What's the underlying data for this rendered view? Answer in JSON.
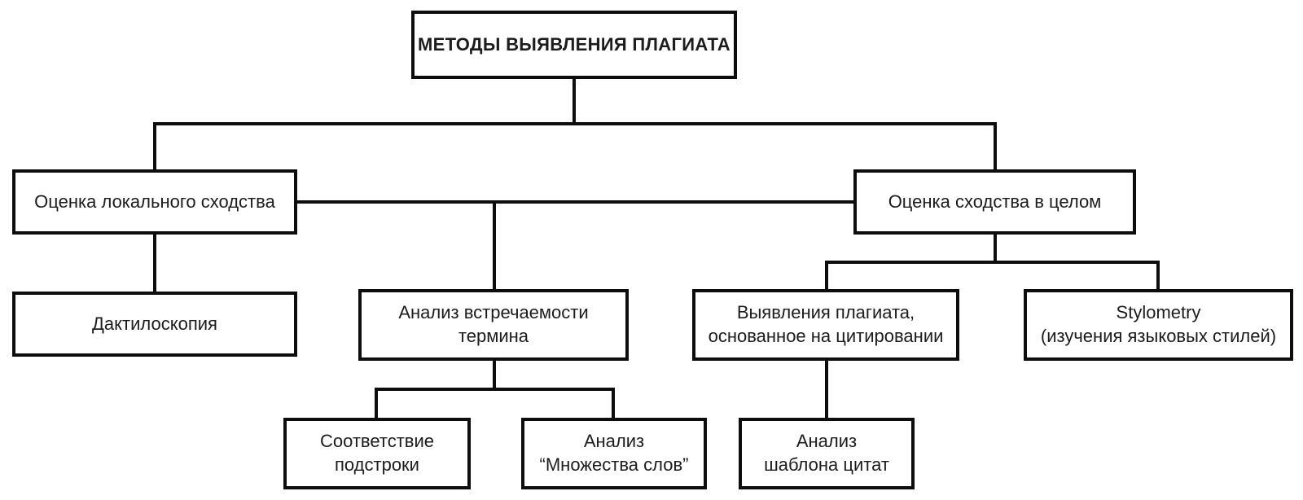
{
  "diagram": {
    "title": "МЕТОДЫ ВЫЯВЛЕНИЯ ПЛАГИАТА",
    "line_color": "#0d0d0d",
    "background_color": "#ffffff",
    "nodes": {
      "title": {
        "label": "МЕТОДЫ ВЫЯВЛЕНИЯ ПЛАГИАТА"
      },
      "local_similarity": {
        "label": "Оценка локального сходства"
      },
      "global_similarity": {
        "label": "Оценка сходства в целом"
      },
      "fingerprinting": {
        "label": "Дактилоскопия"
      },
      "term_occurrence": {
        "label": "Анализ встречаемости\nтермина"
      },
      "citation_based": {
        "label": "Выявления плагиата,\nоснованное на цитировании"
      },
      "stylometry": {
        "label": "Stylometry\n(изучения языковых стилей)"
      },
      "substring_matching": {
        "label": "Соответствие\nподстроки"
      },
      "bag_of_words": {
        "label": "Анализ\n“Множества слов”"
      },
      "citation_pattern": {
        "label": "Анализ\nшаблона цитат"
      }
    },
    "edges": [
      "title -> local_similarity",
      "title -> global_similarity",
      "local_similarity -> fingerprinting",
      "local_similarity -> term_occurrence",
      "global_similarity -> citation_based",
      "global_similarity -> stylometry",
      "term_occurrence -> substring_matching",
      "term_occurrence -> bag_of_words",
      "citation_based -> citation_pattern"
    ]
  }
}
